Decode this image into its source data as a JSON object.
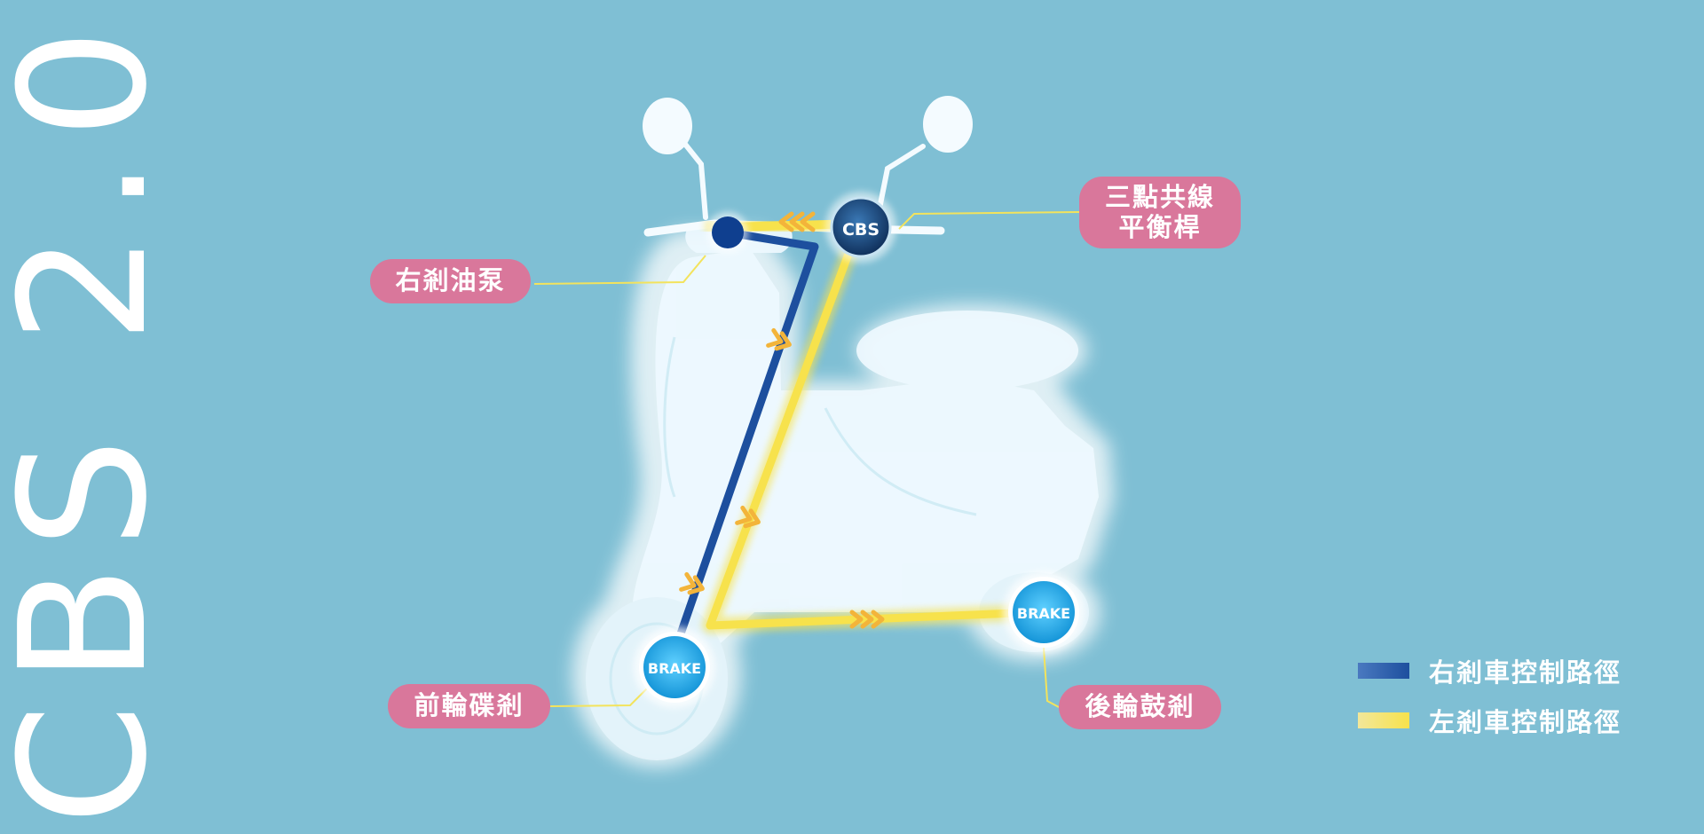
{
  "title": "CBS 2.0",
  "labels": {
    "right_brake_pump": "右剎油泵",
    "balance_bar_line1": "三點共線",
    "balance_bar_line2": "平衡桿",
    "front_disc": "前輪碟剎",
    "rear_drum": "後輪鼓剎"
  },
  "nodes": {
    "cbs": "CBS",
    "brake_front": "BRAKE",
    "brake_rear": "BRAKE"
  },
  "legend": [
    {
      "label": "右剎車控制路徑",
      "color": "#1d4f9e"
    },
    {
      "label": "左剎車控制路徑",
      "color": "#f7e24c"
    }
  ],
  "colors": {
    "background": "#7fbfd4",
    "pill": "#d9779b",
    "right_path": "#1d4f9e",
    "left_path": "#f7e24c",
    "arrow": "#f3b43a",
    "brake_node": "#2aa7e3",
    "cbs_node": "#17406e"
  },
  "icons": {
    "scooter": "scooter-illustration",
    "arrows": "chevron-arrow-icon"
  }
}
